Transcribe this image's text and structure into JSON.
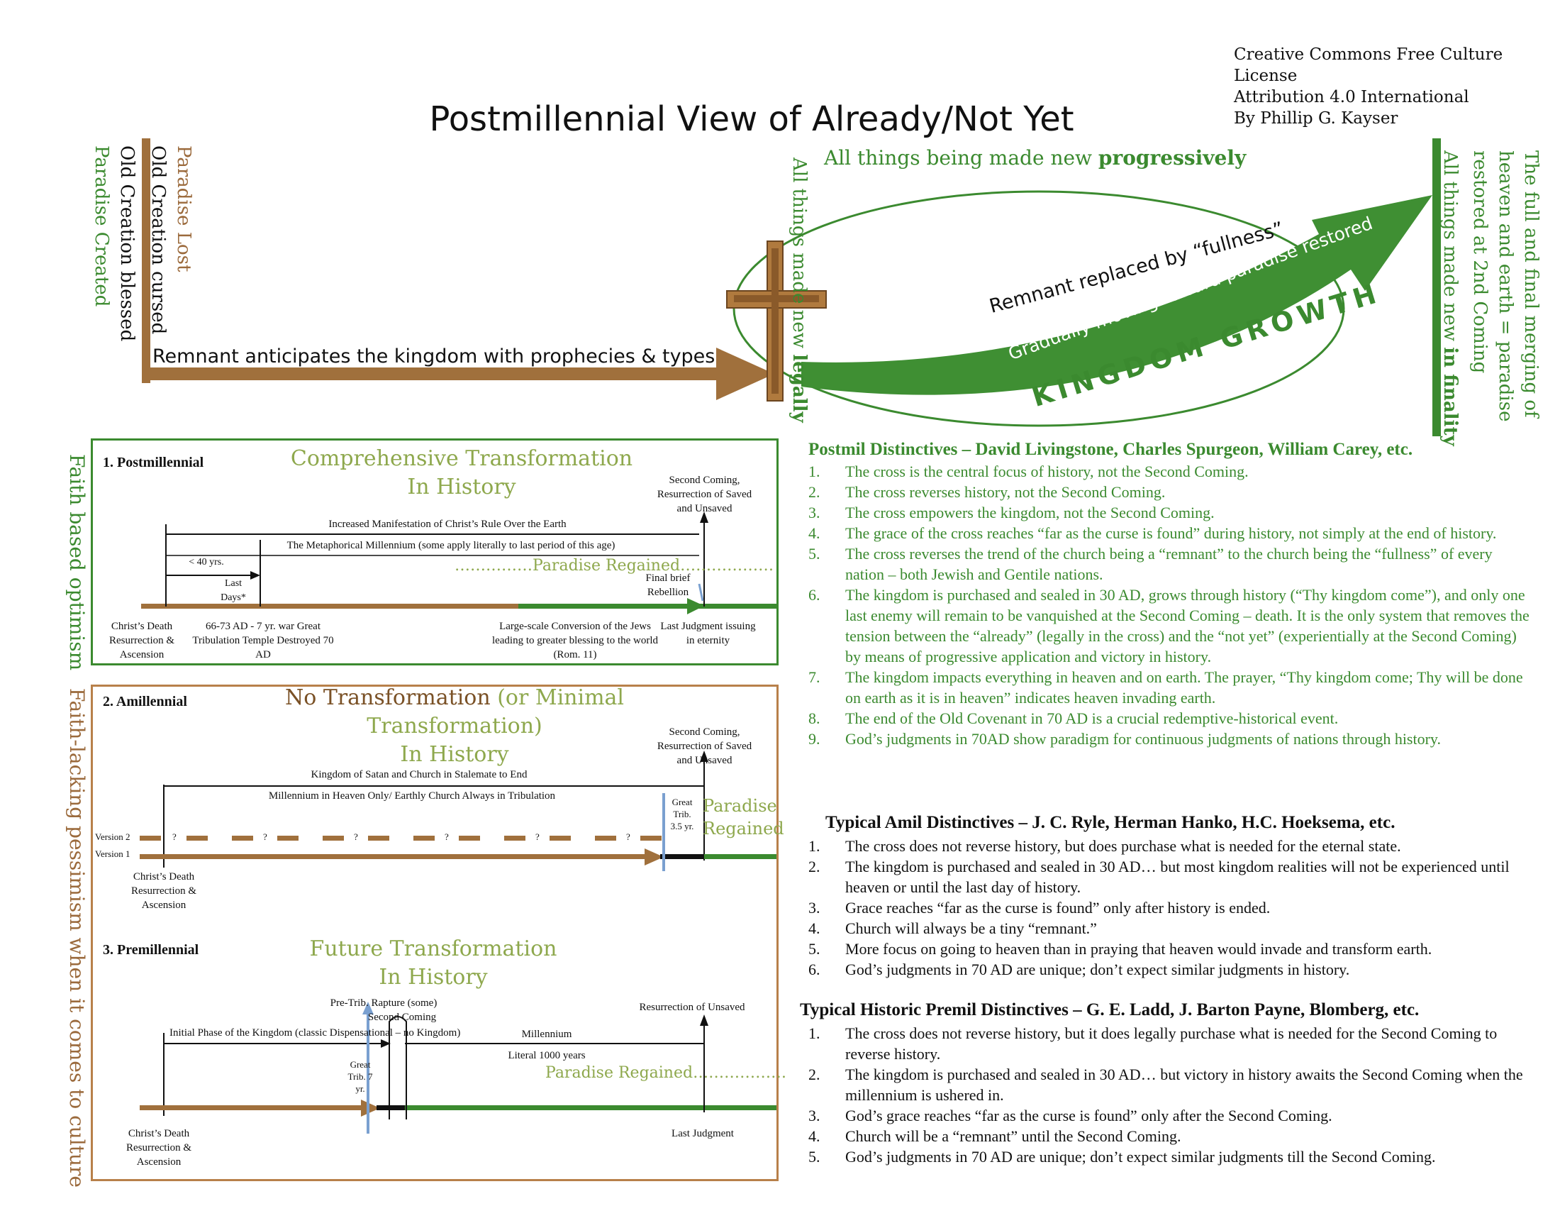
{
  "title": "Postmillennial View of Already/Not Yet",
  "license": {
    "line1": "Creative Commons Free Culture License",
    "line2": "Attribution 4.0 International",
    "line3": "By Phillip G. Kayser"
  },
  "top": {
    "left_vertical": {
      "paradise_lost": "Paradise Lost",
      "old_creation_cursed": "Old Creation cursed",
      "old_creation_blessed": "Old Creation blessed",
      "paradise_created": "Paradise Created"
    },
    "remnant_anticipates": "Remnant anticipates the kingdom with prophecies & types",
    "all_things_legally_prefix": "All things made new ",
    "all_things_legally_bold": "legally",
    "progressively_prefix": "All things being made new ",
    "progressively_bold": "progressively",
    "remnant_fullness": "Remnant replaced by “fullness”",
    "gradually_moving": "Gradually moving toward paradise restored",
    "kingdom_growth": "KINGDOM GROWTH",
    "finality_prefix": "All things made new ",
    "finality_bold": "in finality",
    "restored_line1": "The full and final merging of",
    "restored_line2": "heaven and earth = paradise",
    "restored_line3": "restored at 2nd Coming"
  },
  "side_labels": {
    "faith_based": "Faith based optimism",
    "faith_lacking": "Faith-lacking pessimism when it comes to culture"
  },
  "postmil_box": {
    "number_title": "1. Postmillennial",
    "title_line1": "Comprehensive Transformation",
    "title_line2": "In History",
    "second_coming": "Second Coming, Resurrection of Saved and Unsaved",
    "increased": "Increased Manifestation of Christ’s Rule Over the Earth",
    "metaphorical": "The Metaphorical Millennium (some apply literally to last period of this age)",
    "less_40": "< 40 yrs.",
    "last_days": "Last Days*",
    "paradise_regained": "……………Paradise Regained………………",
    "final_brief": "Final brief Rebellion",
    "christs_death": "Christ’s Death Resurrection & Ascension",
    "war": "66-73 AD - 7 yr. war Great Tribulation Temple Destroyed 70 AD",
    "conversion": "Large-scale Conversion of the Jews leading to greater blessing to the world (Rom. 11)",
    "last_judgment": "Last Judgment issuing in eternity"
  },
  "amil_box": {
    "number_title": "2. Amillennial",
    "title_a": "No Transformation",
    "title_b": " (or Minimal Transformation)",
    "title_line2": "In History",
    "second_coming": "Second Coming, Resurrection of Saved and Unsaved",
    "kingdom_satan": "Kingdom of Satan and Church in Stalemate to End",
    "millennium_heaven": "Millennium in Heaven Only/ Earthly Church Always in Tribulation",
    "great_trib": "Great Trib. 3.5 yr.",
    "paradise_line1": "Paradise",
    "paradise_line2": "Regained",
    "version2": "Version 2",
    "version1": "Version 1",
    "question": "?",
    "christs_death": "Christ’s Death Resurrection & Ascension"
  },
  "premil_box": {
    "number_title": "3. Premillennial",
    "title_line1": "Future Transformation",
    "title_line2": "In History",
    "rapture": "Pre-Trib. Rapture (some)",
    "second_coming": "Second Coming",
    "resurrection_unsaved": "Resurrection of Unsaved",
    "initial_phase": "Initial Phase of the Kingdom (classic Dispensational – no Kingdom)",
    "millennium": "Millennium",
    "literal": "Literal 1000 years",
    "paradise_regained": "Paradise Regained………………",
    "great_trib": "Great Trib. 7 yr.",
    "christs_death": "Christ’s Death Resurrection & Ascension",
    "last_judgment": "Last Judgment"
  },
  "postmil_list": {
    "heading": "Postmil Distinctives – David Livingstone, Charles Spurgeon, William Carey, etc.",
    "items": [
      "The cross is the central focus of history, not the Second Coming.",
      "The cross reverses history, not the Second Coming.",
      "The cross empowers the kingdom, not the Second Coming.",
      "The grace of the cross reaches “far as the curse is found” during history, not simply at the end of history.",
      "The cross reverses the trend of the church being a “remnant” to the church being the “fullness” of every nation – both Jewish and Gentile nations.",
      "The kingdom is purchased and sealed in 30 AD, grows through history (“Thy kingdom come”), and only one last enemy will remain to be vanquished at the Second Coming – death. It is the only system that removes the tension between the “already” (legally in the cross) and the “not yet” (experientially at the Second Coming) by means of progressive application and victory in history.",
      "The kingdom impacts everything in heaven and on earth. The prayer, “Thy kingdom come; Thy will be done on earth as it is in heaven” indicates heaven invading earth.",
      "The end of the Old Covenant in 70 AD is a crucial redemptive-historical event.",
      "God’s judgments in 70AD show paradigm for continuous judgments of nations through history."
    ]
  },
  "amil_list": {
    "heading": "Typical Amil Distinctives – J. C. Ryle, Herman Hanko, H.C. Hoeksema, etc.",
    "items": [
      "The cross does not reverse history, but does purchase what is needed for the eternal state.",
      "The kingdom is purchased and sealed in 30 AD… but most kingdom realities will not be experienced until heaven or until the last day of history.",
      "Grace reaches “far as the curse is found” only after history is ended.",
      "Church will always be a tiny “remnant.”",
      "More focus on going to heaven than in praying that heaven would invade and transform earth.",
      "God’s judgments in 70 AD are unique; don’t expect similar judgments in history."
    ]
  },
  "premil_list": {
    "heading": "Typical Historic Premil Distinctives – G. E. Ladd, J. Barton Payne, Blomberg, etc.",
    "items": [
      "The cross does not reverse history, but it does legally purchase what is needed for the Second Coming to reverse history.",
      "The kingdom is purchased and sealed in 30 AD… but victory in history awaits the Second Coming when the millennium is ushered in.",
      "God’s grace reaches “far as the curse is found” only after the Second Coming.",
      "Church will be a “remnant” until the Second Coming.",
      "God’s judgments in 70 AD are unique; don’t expect similar judgments till the Second Coming."
    ]
  }
}
